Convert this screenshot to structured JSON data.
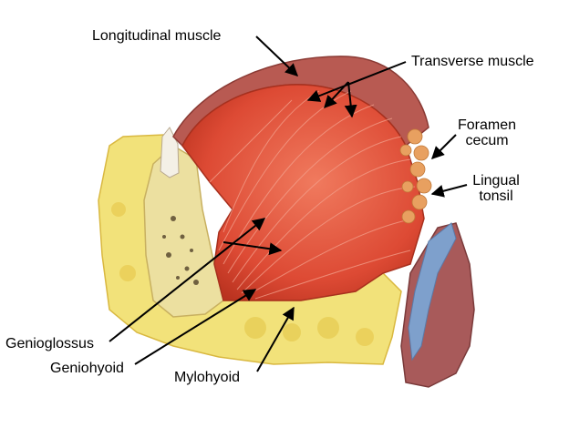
{
  "colors": {
    "muscle": "#e0503a",
    "muscle_dark": "#c23a26",
    "fiber": "#f3a08c",
    "mucosa": "#b85a52",
    "bone": "#e9d98a",
    "bone_spots": "#5a4a30",
    "fat": "#f2e27a",
    "fat_dark": "#d9c050",
    "tonsil": "#e8a060",
    "pharynx": "#a85a5a",
    "duct": "#7ea0cc",
    "arrow": "#000000"
  },
  "labels": {
    "longitudinal": "Longitudinal muscle",
    "transverse": "Transverse muscle",
    "foramen_1": "Foramen",
    "foramen_2": "cecum",
    "lingual_1": "Lingual",
    "lingual_2": "tonsil",
    "genioglossus": "Genioglossus",
    "geniohyoid": "Geniohyoid",
    "mylohyoid": "Mylohyoid"
  }
}
